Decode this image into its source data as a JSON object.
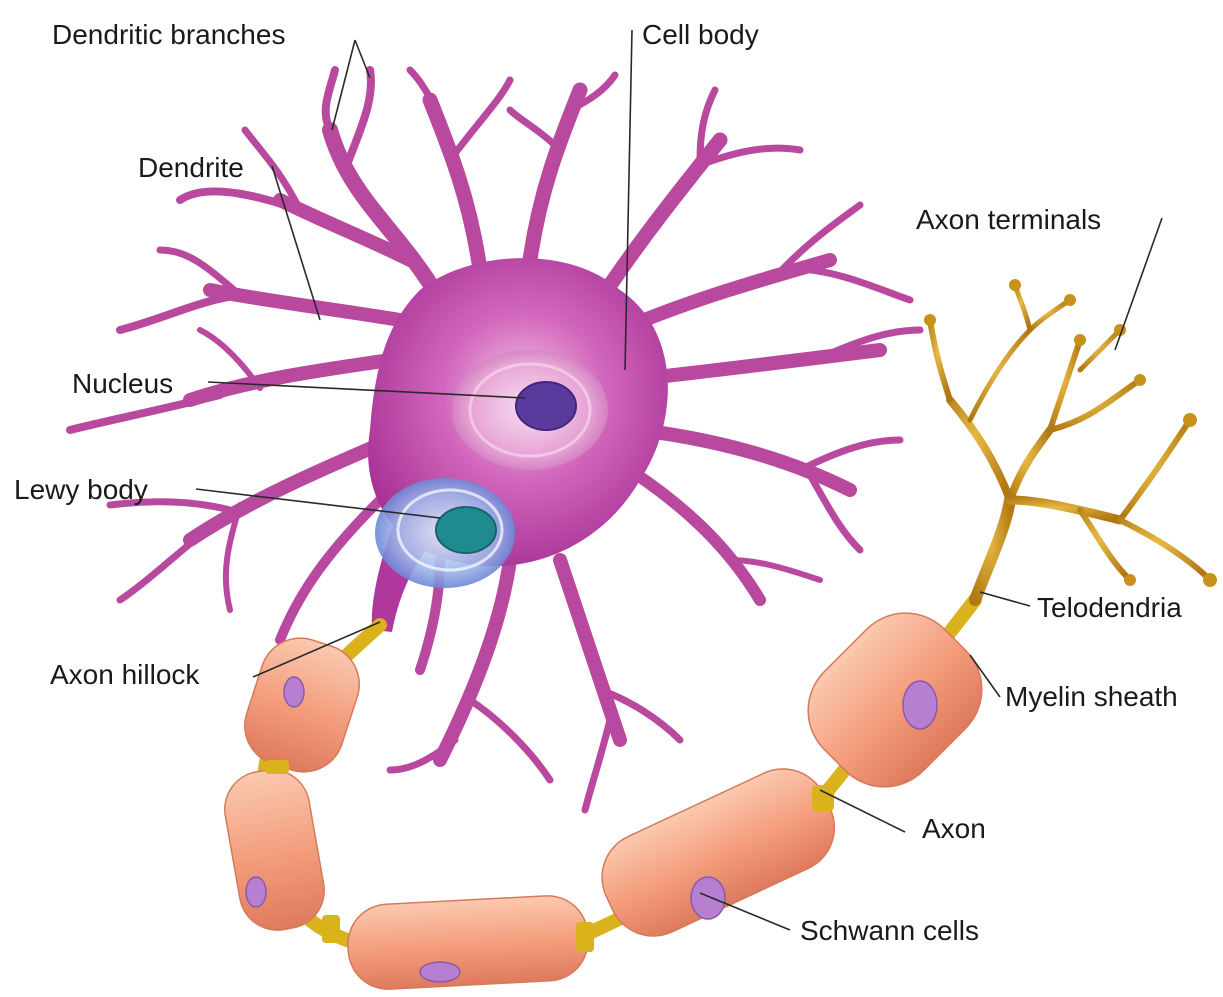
{
  "labels": {
    "dendritic_branches": "Dendritic branches",
    "cell_body": "Cell body",
    "dendrite": "Dendrite",
    "axon_terminals": "Axon terminals",
    "nucleus": "Nucleus",
    "lewy_body": "Lewy body",
    "telodendria": "Telodendria",
    "axon_hillock": "Axon hillock",
    "myelin_sheath": "Myelin sheath",
    "axon": "Axon",
    "schwann_cells": "Schwann cells"
  },
  "colors": {
    "cell_body": "#b0389c",
    "dendrite": "#b8499f",
    "nucleus": "#5b3a9e",
    "lewy_body": "#1f8a8f",
    "myelin_sheath": "#f2a07e",
    "schwann_nucleus": "#b77fd0",
    "axon_terminals": "#c8921a",
    "axon_node": "#d9b21c"
  }
}
